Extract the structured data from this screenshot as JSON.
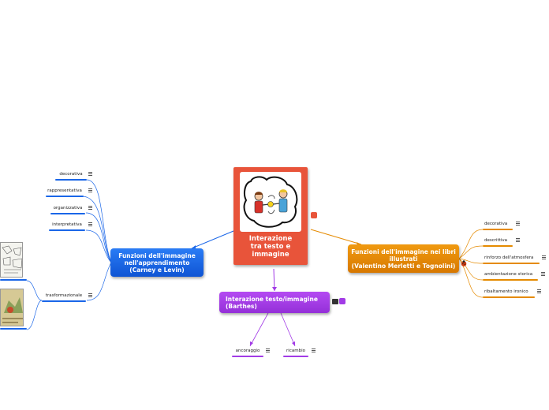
{
  "center": {
    "label": "Interazione\ntra testo e\nimmagine"
  },
  "left": {
    "label": "Funzioni dell'immagine\nnell'apprendimento\n(Carney e Levin)",
    "items": [
      "decorativa",
      "rappresentativa",
      "organizzativa",
      "interpretativa",
      "trasformazionale"
    ]
  },
  "right": {
    "label": "Funzioni dell'immagine nei libri\nillustrati\n(Valentino Merletti e Tognolini)",
    "items": [
      "decorativa",
      "descrittiva",
      "rinforzo dell'atmosfera",
      "ambientazione storica",
      "ribaltamento ironico"
    ]
  },
  "bottom": {
    "label": "Interazione testo/immagine\n(Barthes)",
    "items": [
      "ancoraggio",
      "ricambio"
    ]
  },
  "colors": {
    "center": "#e8543a",
    "left": "#1a66e8",
    "right": "#e58a00",
    "bottom": "#a23be6"
  },
  "icons": {
    "center": "two-children-icon",
    "menu": "menu-icon",
    "right_badge": "ladybug-icon",
    "bottom_badge": "tag-icon"
  }
}
